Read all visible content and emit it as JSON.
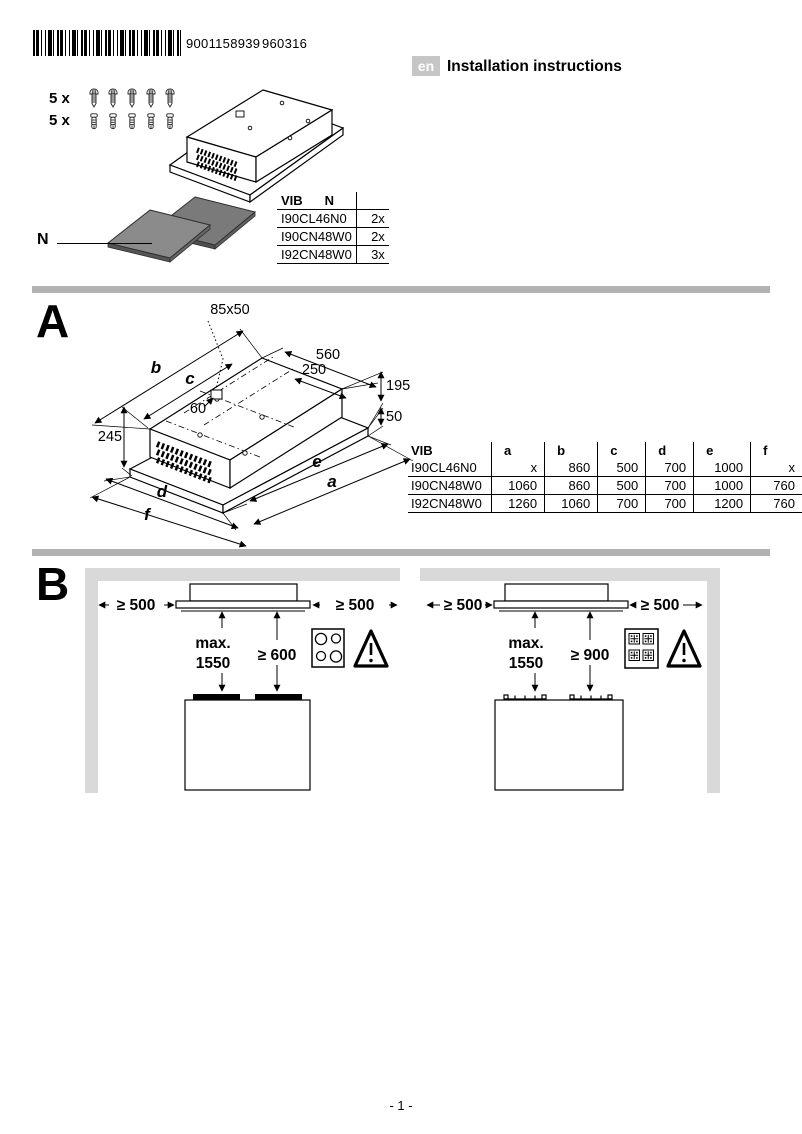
{
  "header": {
    "barcode_number": "9001158939",
    "print_code": "960316",
    "lang_badge": "en",
    "title": "Installation instructions"
  },
  "parts": {
    "screws_qty": "5 x",
    "anchors_qty": "5 x",
    "filters_label": "N",
    "models_table": {
      "header_model": "VIB",
      "header_qty": "N",
      "rows": [
        {
          "model": "I90CL46N0",
          "qty": "2x"
        },
        {
          "model": "I90CN48W0",
          "qty": "2x"
        },
        {
          "model": "I92CN48W0",
          "qty": "3x"
        }
      ]
    }
  },
  "section_a": {
    "label": "A",
    "cutout_size": "85x50",
    "dims": {
      "top_width": "560",
      "inner_width": "250",
      "body_height": "195",
      "frame_height": "50",
      "hole_offset": "60",
      "total_height": "245",
      "a": "a",
      "b": "b",
      "c": "c",
      "d": "d",
      "e": "e",
      "f": "f"
    },
    "dim_table": {
      "headers": {
        "model": "VIB",
        "a": "a",
        "b": "b",
        "c": "c",
        "d": "d",
        "e": "e",
        "f": "f"
      },
      "rows": [
        {
          "model": "I90CL46N0",
          "a": "x",
          "b": "860",
          "c": "500",
          "d": "700",
          "e": "1000",
          "f": "x"
        },
        {
          "model": "I90CN48W0",
          "a": "1060",
          "b": "860",
          "c": "500",
          "d": "700",
          "e": "1000",
          "f": "760"
        },
        {
          "model": "I92CN48W0",
          "a": "1260",
          "b": "1060",
          "c": "700",
          "d": "700",
          "e": "1200",
          "f": "760"
        }
      ]
    }
  },
  "section_b": {
    "label": "B",
    "electric": {
      "clearance_left": "≥ 500",
      "clearance_right": "≥ 500",
      "max_label": "max.",
      "max_value": "1550",
      "min_distance": "≥ 600"
    },
    "gas": {
      "clearance_left": "≥ 500",
      "clearance_right": "≥ 500",
      "max_label": "max.",
      "max_value": "1550",
      "min_distance": "≥ 900"
    }
  },
  "footer": {
    "page_number": "- 1 -"
  }
}
